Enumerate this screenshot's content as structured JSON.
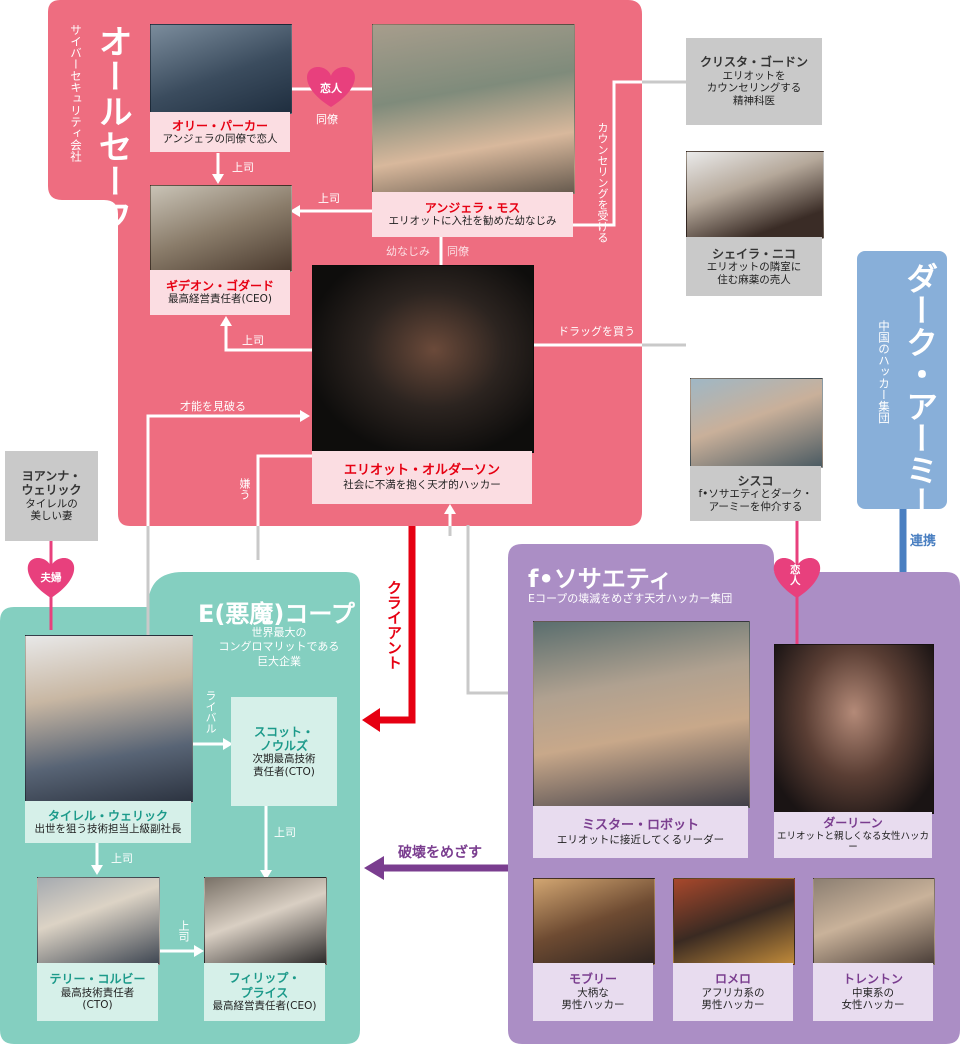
{
  "groups": {
    "allsafe": {
      "name": "オールセーフ",
      "desc": "サイバーセキュリティ会社"
    },
    "ecorp": {
      "name": "E(悪魔)コープ",
      "desc": "世界最大のコングロマリットである巨大企業",
      "desc_lines": [
        "世界最大の",
        "コングロマリットである",
        "巨大企業"
      ]
    },
    "fsociety": {
      "name": "f•ソサエティ",
      "desc": "Eコープの壊滅をめざす天才ハッカー集団"
    },
    "darkarmy": {
      "name": "ダーク・アーミー",
      "desc": "中国のハッカー集団"
    }
  },
  "people": {
    "ollie": {
      "name": "オリー・パーカー",
      "desc": "アンジェラの同僚で恋人"
    },
    "angela": {
      "name": "アンジェラ・モス",
      "desc": "エリオットに入社を勧めた幼なじみ"
    },
    "gideon": {
      "name": "ギデオン・ゴダード",
      "desc": "最高経営責任者(CEO)"
    },
    "elliot": {
      "name": "エリオット・オルダーソン",
      "desc": "社会に不満を抱く天才的ハッカー"
    },
    "krista": {
      "name": "クリスタ・ゴードン",
      "desc": "エリオットをカウンセリングする精神科医",
      "desc_lines": [
        "エリオットを",
        "カウンセリングする",
        "精神科医"
      ]
    },
    "shayla": {
      "name": "シェイラ・ニコ",
      "desc": "エリオットの隣室に住む麻薬の売人",
      "desc_lines": [
        "エリオットの隣室に",
        "住む麻薬の売人"
      ]
    },
    "cisco": {
      "name": "シスコ",
      "desc": "f•ソサエティとダーク・アーミーを仲介する",
      "desc_lines": [
        "f•ソサエティとダーク・",
        "アーミーを仲介する"
      ]
    },
    "joanna": {
      "name": "ヨアンナ・ウェリック",
      "desc": "タイレルの美しい妻",
      "lines": [
        "ヨアンナ・",
        "ウェリック",
        "タイレルの",
        "美しい妻"
      ]
    },
    "tyrell": {
      "name": "タイレル・ウェリック",
      "desc": "出世を狙う技術担当上級副社長"
    },
    "scott": {
      "name": "スコット・ノウルズ",
      "desc": "次期最高技術責任者(CTO)",
      "name_lines": [
        "スコット・",
        "ノウルズ"
      ],
      "desc_lines": [
        "次期最高技術",
        "責任者(CTO)"
      ]
    },
    "terry": {
      "name": "テリー・コルビー",
      "desc": "最高技術責任者(CTO)",
      "desc_lines": [
        "最高技術責任者",
        "(CTO)"
      ]
    },
    "phillip": {
      "name": "フィリップ・プライス",
      "desc": "最高経営責任者(CEO)",
      "name_lines": [
        "フィリップ・",
        "プライス"
      ]
    },
    "robot": {
      "name": "ミスター・ロボット",
      "desc": "エリオットに接近してくるリーダー"
    },
    "darlene": {
      "name": "ダーリーン",
      "desc": "エリオットと親しくなる女性ハッカー"
    },
    "mobley": {
      "name": "モブリー",
      "desc": "大柄な男性ハッカー",
      "desc_lines": [
        "大柄な",
        "男性ハッカー"
      ]
    },
    "romero": {
      "name": "ロメロ",
      "desc": "アフリカ系の男性ハッカー",
      "desc_lines": [
        "アフリカ系の",
        "男性ハッカー"
      ]
    },
    "trenton": {
      "name": "トレントン",
      "desc": "中東系の女性ハッカー",
      "desc_lines": [
        "中東系の",
        "女性ハッカー"
      ]
    }
  },
  "relations": {
    "lovers": "恋人",
    "coworker": "同僚",
    "boss": "上司",
    "childhood": "幼なじみ",
    "counseling": "カウンセリングを受ける",
    "buy_drugs": "ドラッグを買う",
    "talent": "才能を見破る",
    "hate": "嫌う",
    "client": "クライアント",
    "rival": "ライバル",
    "destroy": "破壊をめざす",
    "couple": "夫婦",
    "alliance": "連携"
  },
  "colors": {
    "allsafe": "#ee6d80",
    "ecorp": "#84cfc0",
    "fsociety": "#ab8ec5",
    "darkarmy": "#88afd9",
    "red": "#e60012",
    "teal": "#1c9a8a",
    "purple": "#7a3d8f",
    "gray": "#c9c9c9",
    "heart": "#e8407d"
  },
  "icons": [
    "heart-icon",
    "arrow-icon"
  ]
}
